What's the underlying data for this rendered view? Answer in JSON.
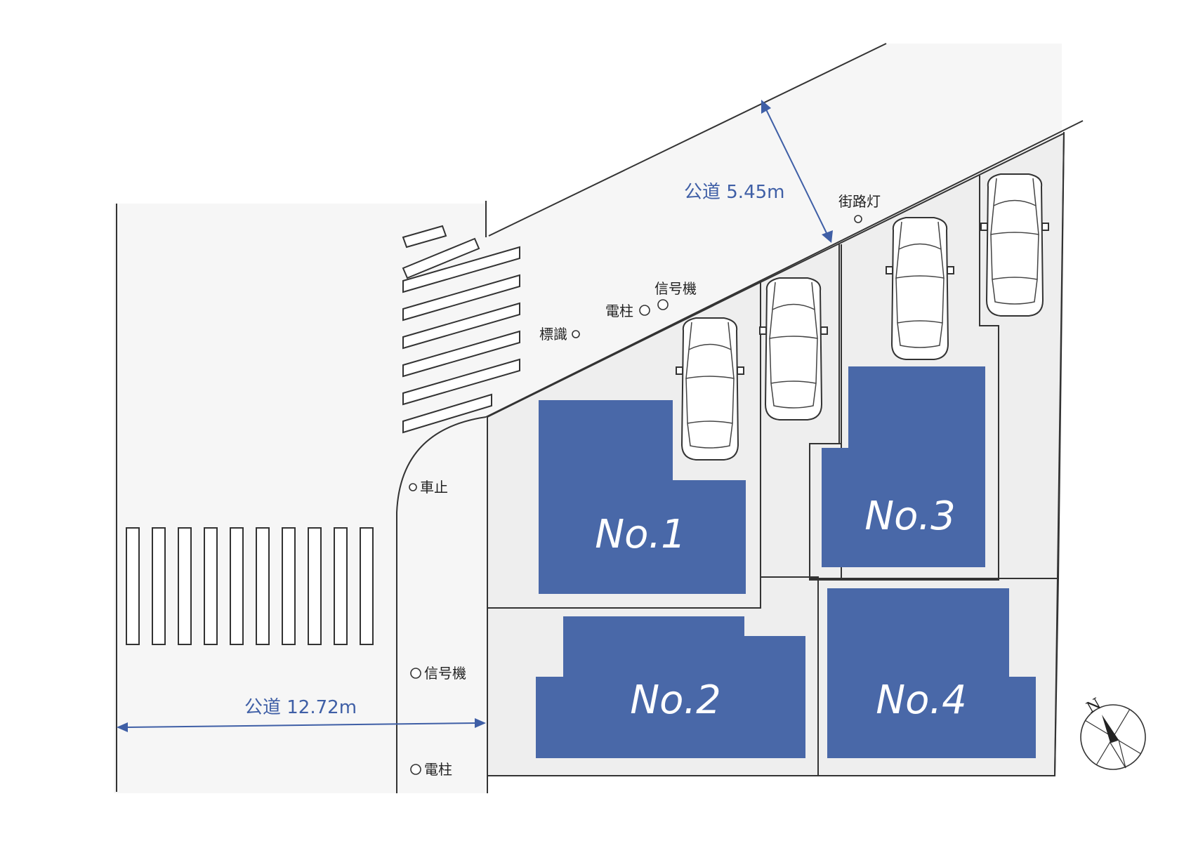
{
  "roads": {
    "west_width": "公道 12.72m",
    "north_width": "公道 5.45m"
  },
  "fixtures": {
    "sign": "標識",
    "pole_north": "電柱",
    "signal_north": "信号機",
    "streetlight": "街路灯",
    "bollard": "車止",
    "signal_west": "信号機",
    "pole_west": "電柱"
  },
  "lots": [
    {
      "label": "No.1"
    },
    {
      "label": "No.2"
    },
    {
      "label": "No.3"
    },
    {
      "label": "No.4"
    }
  ],
  "compass": {
    "north_label": "N"
  },
  "colors": {
    "building": "#4968a8",
    "dimension": "#3f5fa6",
    "lot_fill": "#eeeeee",
    "road_fill": "#f6f6f6"
  }
}
